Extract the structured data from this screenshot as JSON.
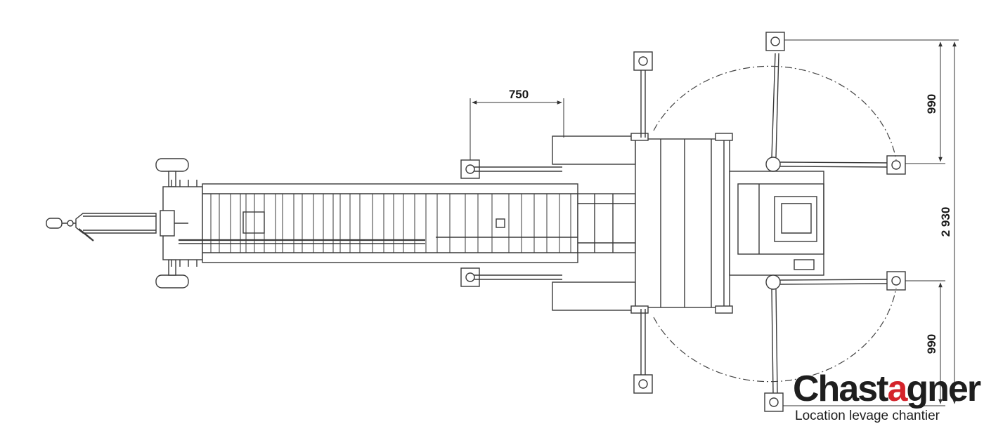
{
  "dimensions": {
    "rail_offset": "750",
    "top_outrigger": "990",
    "bottom_outrigger": "990",
    "total_width": "2 930"
  },
  "logo": {
    "brand_part1": "Chas",
    "brand_part2": "t",
    "brand_part3": "a",
    "brand_part4": "gner",
    "tagline": "Location levage chantier",
    "accent_color": "#d4232b",
    "text_color": "#1e1e1e"
  }
}
